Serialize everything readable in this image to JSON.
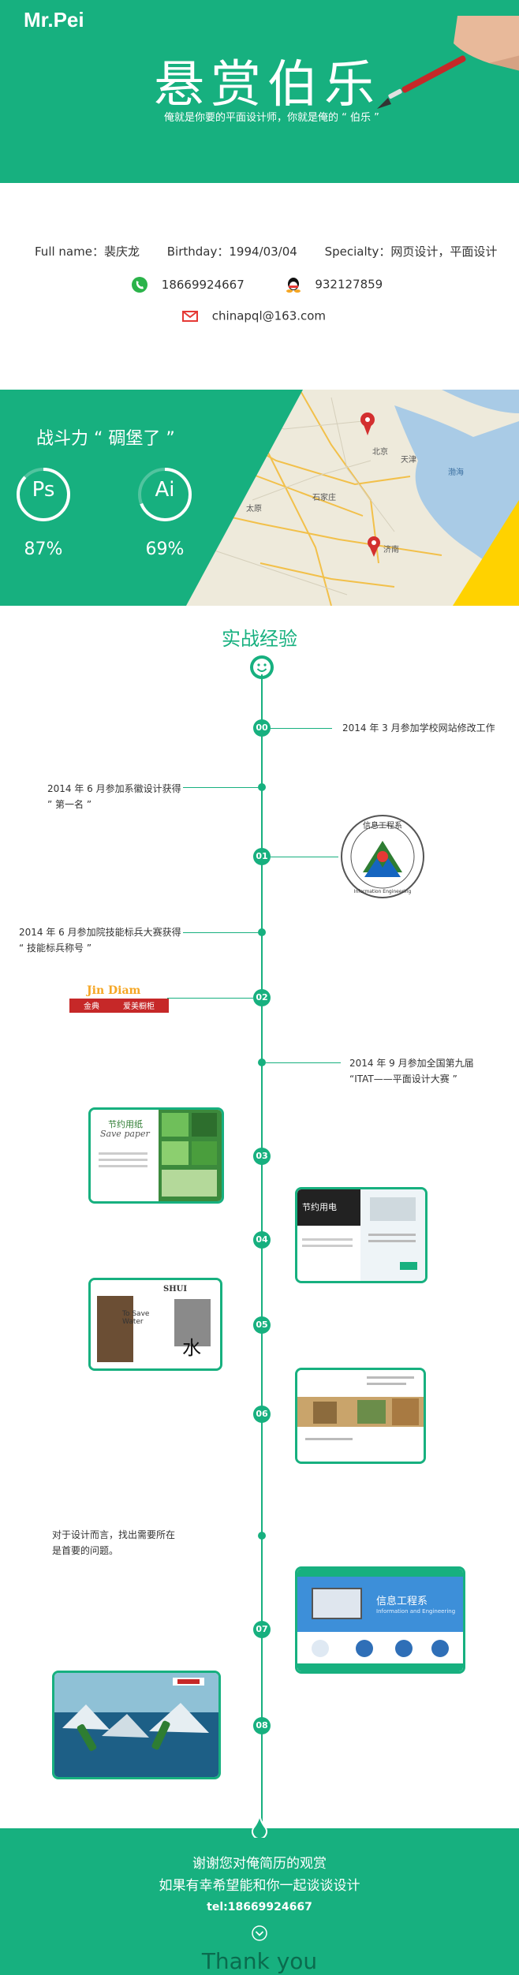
{
  "header": {
    "brand": "Mr.Pei",
    "title": "悬赏伯乐",
    "subtitle": "俺就是你要的平面设计师，你就是俺的 “ 伯乐 ”"
  },
  "profile": {
    "name": "Full name：裴庆龙",
    "birthday": "Birthday：1994/03/04",
    "specialty": "Specialty：网页设计，平面设计",
    "phone": "18669924667",
    "qq": "932127859",
    "email": "chinapql@163.com"
  },
  "skills": {
    "title": "战斗力 “ 碉堡了 ”",
    "items": [
      {
        "name": "Ps",
        "percent_label": "87%",
        "value": 0.87
      },
      {
        "name": "Ai",
        "percent_label": "69%",
        "value": 0.69
      }
    ],
    "map_labels": [
      "北京",
      "天津",
      "石家庄",
      "太原",
      "济南",
      "渤海"
    ]
  },
  "timeline": {
    "title": "实战经验",
    "nodes": [
      "00",
      "01",
      "02",
      "03",
      "04",
      "05",
      "06",
      "07",
      "08"
    ],
    "events": [
      {
        "text": "2014 年 3 月参加学校网站修改工作"
      },
      {
        "line1": "2014 年 6 月参加系徽设计获得",
        "line2": "” 第一名 ”"
      },
      {
        "line1": "2014 年 6 月参加院技能标兵大赛获得",
        "line2": "“ 技能标兵称号 ”"
      },
      {
        "line1": "2014 年 9 月参加全国第九届",
        "line2": "“ITAT——平面设计大赛 ”"
      },
      {
        "line1": "对于设计而言，找出需要所在",
        "line2": "是首要的问题。"
      }
    ],
    "logo_text": "信息工程系",
    "logo_sub": "Information Engineering",
    "brand_logo": {
      "top": "Jin Diam",
      "left": "金典",
      "right": "爱美橱柜"
    },
    "works": {
      "w03": {
        "title": "节约用纸",
        "sub": "Save paper"
      },
      "w04": {
        "title": "节约用电"
      },
      "w05": {
        "title": "To Save Water",
        "mark": "水",
        "head": "SHUI"
      },
      "w07": {
        "title": "信息工程系",
        "sub": "Information and Engineering"
      }
    }
  },
  "footer": {
    "line1": "谢谢您对俺简历的观赏",
    "line2": "如果有幸希望能和你一起谈谈设计",
    "tel": "tel:18669924667",
    "thanks": "Thank you"
  },
  "colors": {
    "accent": "#17b07f",
    "yellow": "#ffd200",
    "dark_green": "#0b6b4e"
  }
}
